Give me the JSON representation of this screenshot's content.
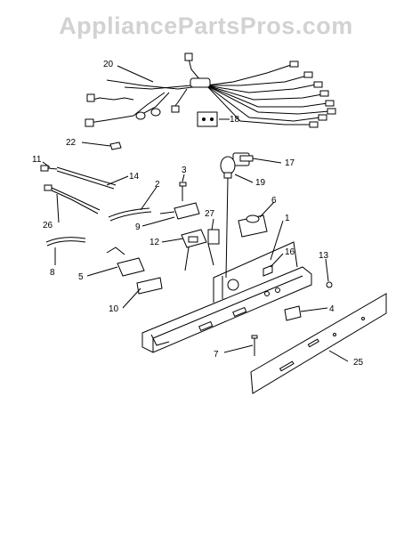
{
  "watermark": "AppliancePartsPros.com",
  "callouts": [
    {
      "id": "c20",
      "text": "20"
    },
    {
      "id": "c18",
      "text": "18"
    },
    {
      "id": "c22",
      "text": "22"
    },
    {
      "id": "c17",
      "text": "17"
    },
    {
      "id": "c11",
      "text": "11"
    },
    {
      "id": "c3",
      "text": "3"
    },
    {
      "id": "c19",
      "text": "19"
    },
    {
      "id": "c14",
      "text": "14"
    },
    {
      "id": "c2",
      "text": "2"
    },
    {
      "id": "c6",
      "text": "6"
    },
    {
      "id": "c26",
      "text": "26"
    },
    {
      "id": "c27",
      "text": "27"
    },
    {
      "id": "c1",
      "text": "1"
    },
    {
      "id": "c9",
      "text": "9"
    },
    {
      "id": "c12",
      "text": "12"
    },
    {
      "id": "c16",
      "text": "16"
    },
    {
      "id": "c13",
      "text": "13"
    },
    {
      "id": "c8",
      "text": "8"
    },
    {
      "id": "c5",
      "text": "5"
    },
    {
      "id": "c10",
      "text": "10"
    },
    {
      "id": "c4",
      "text": "4"
    },
    {
      "id": "c7",
      "text": "7"
    },
    {
      "id": "c25",
      "text": "25"
    }
  ]
}
